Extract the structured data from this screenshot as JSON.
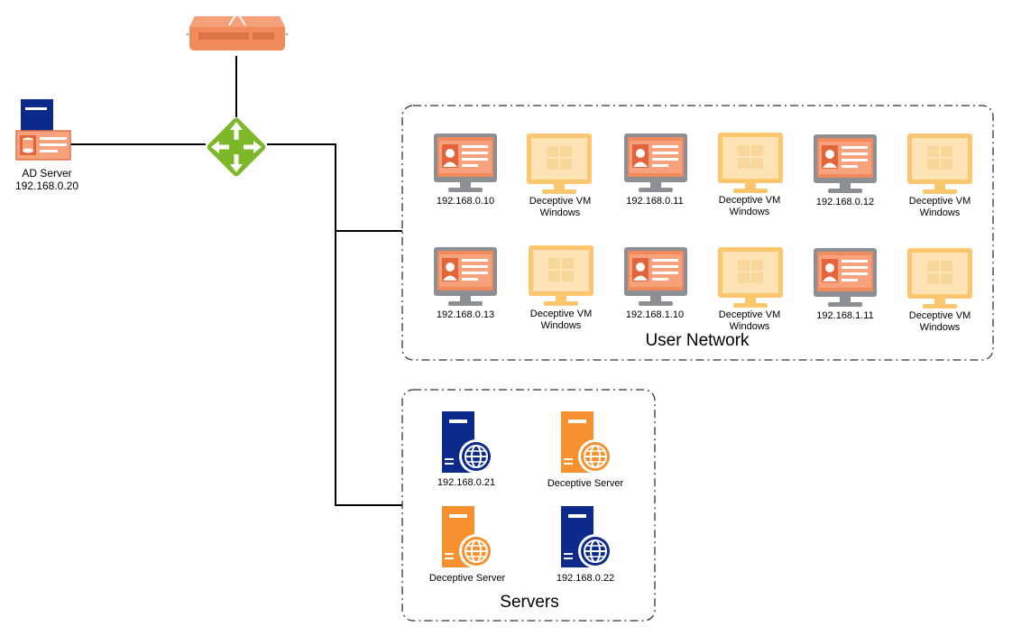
{
  "ad_server": {
    "name": "AD Server",
    "ip": "192.168.0.20"
  },
  "user_network": {
    "title": "User Network",
    "row1": [
      {
        "kind": "workstation",
        "line1": "192.168.0.10",
        "line2": ""
      },
      {
        "kind": "deceptive-vm",
        "line1": "Deceptive VM",
        "line2": "Windows"
      },
      {
        "kind": "workstation",
        "line1": "192.168.0.11",
        "line2": ""
      },
      {
        "kind": "deceptive-vm",
        "line1": "Deceptive VM",
        "line2": "Windows"
      },
      {
        "kind": "workstation",
        "line1": "192.168.0.12",
        "line2": ""
      },
      {
        "kind": "deceptive-vm",
        "line1": "Deceptive VM",
        "line2": "Windows"
      }
    ],
    "row2": [
      {
        "kind": "workstation",
        "line1": "192.168.0.13",
        "line2": ""
      },
      {
        "kind": "deceptive-vm",
        "line1": "Deceptive VM",
        "line2": "Windows"
      },
      {
        "kind": "workstation",
        "line1": "192.168.1.10",
        "line2": ""
      },
      {
        "kind": "deceptive-vm",
        "line1": "Deceptive VM",
        "line2": "Windows"
      },
      {
        "kind": "workstation",
        "line1": "192.168.1.11",
        "line2": ""
      },
      {
        "kind": "deceptive-vm",
        "line1": "Deceptive VM",
        "line2": "Windows"
      }
    ]
  },
  "servers": {
    "title": "Servers",
    "items": [
      {
        "kind": "web-server",
        "label": "192.168.0.21"
      },
      {
        "kind": "deceptive-server",
        "label": "Deceptive Server"
      },
      {
        "kind": "deceptive-server",
        "label": "Deceptive Server"
      },
      {
        "kind": "web-server",
        "label": "192.168.0.22"
      }
    ]
  },
  "colors": {
    "navy": "#0B2A8C",
    "orange": "#F7902E",
    "light_orange": "#FBD28A",
    "router_green": "#7DB82A",
    "firewall": "#F28B5C",
    "monitor_gray": "#8C8F94",
    "line": "#000000"
  }
}
